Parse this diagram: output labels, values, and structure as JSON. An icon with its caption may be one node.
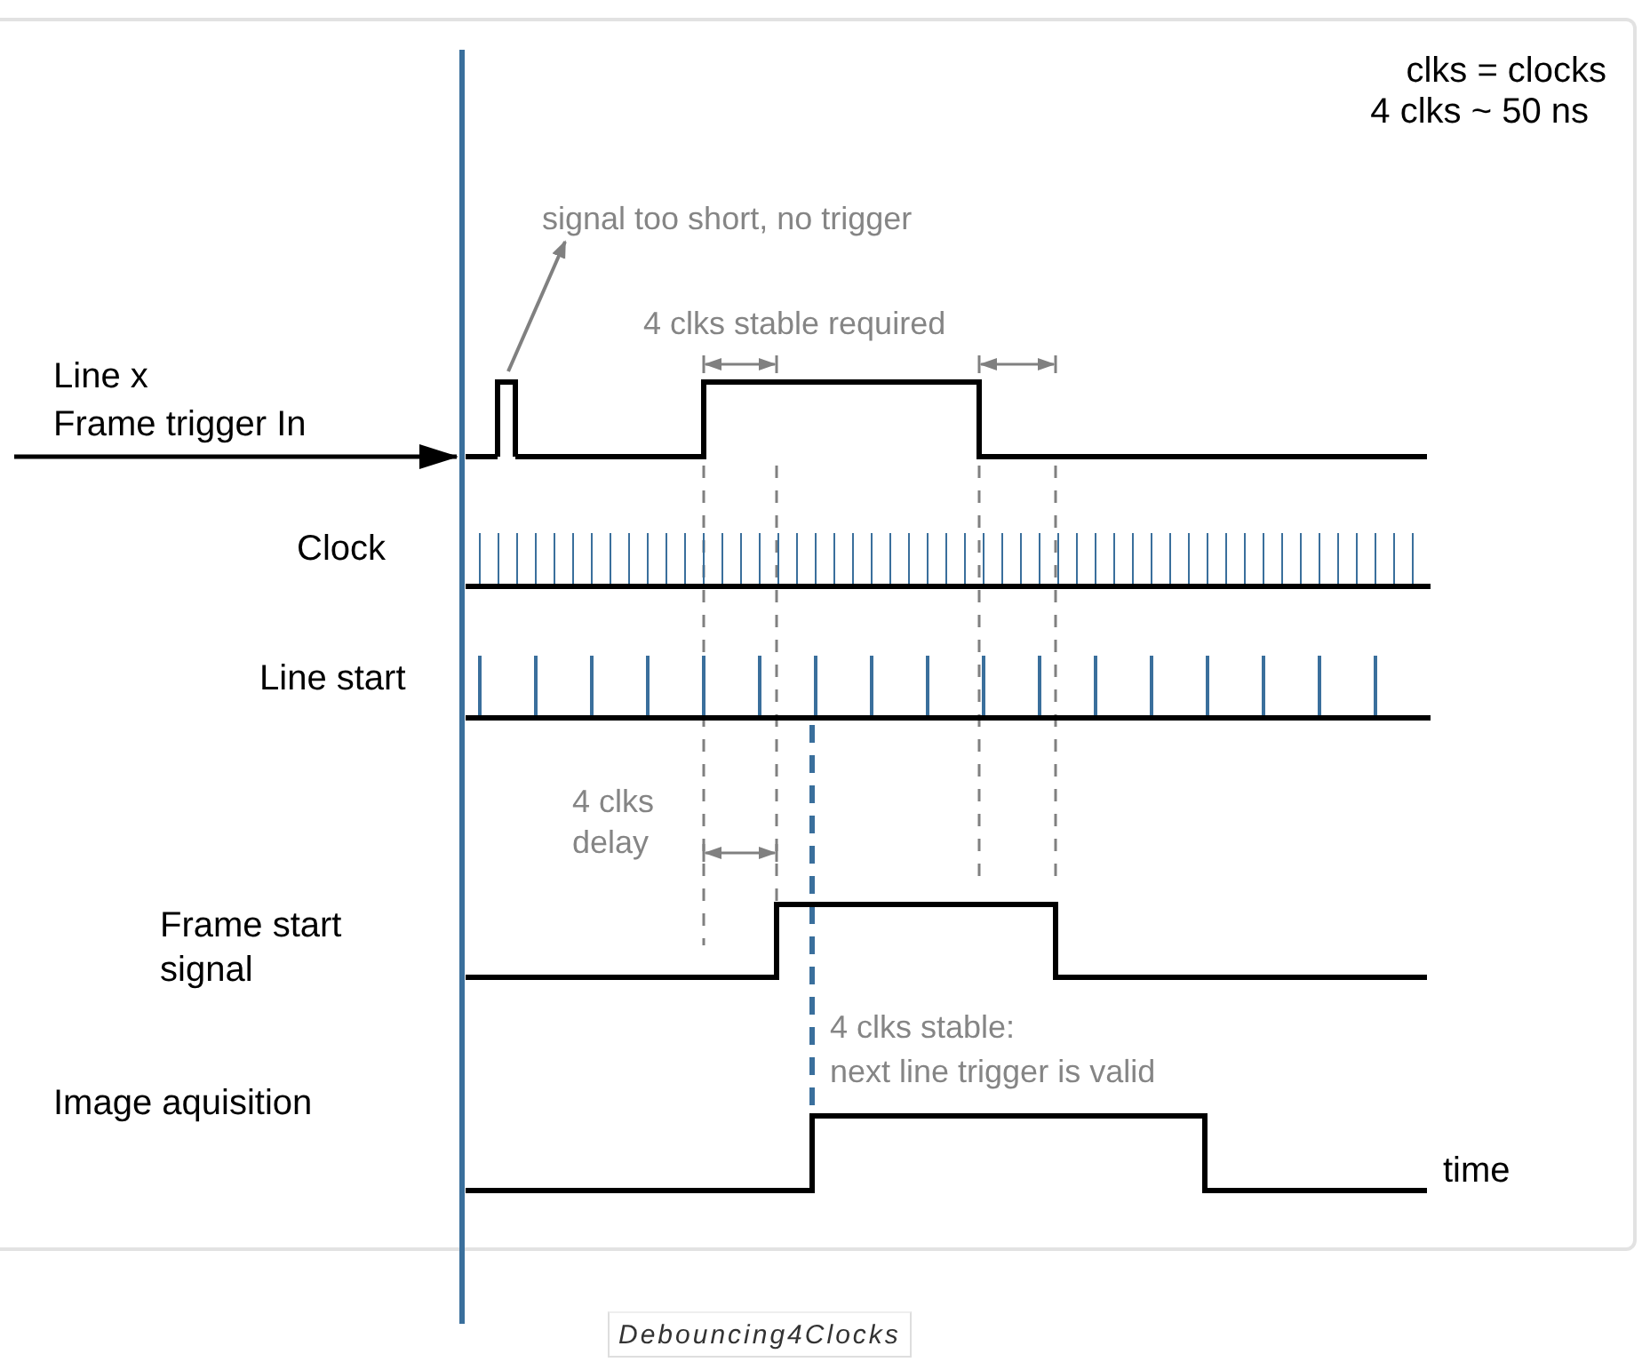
{
  "diagram": {
    "caption": "Debouncing4Clocks",
    "nodes": [
      {
        "text": [
          "signal too short, no trigger"
        ]
      },
      {
        "text": [],
        "shape": "bar"
      }
    ],
    "edges": [
      {
        "from": 1,
        "to": 0,
        "arrow": "to"
      }
    ],
    "labels": [
      "clks = clocks",
      "4 clks ~ 50 ns",
      "4 clks stable required",
      "Line x",
      "Frame trigger In",
      "Clock",
      "Line start",
      "4 clks delay",
      "Frame start signal",
      "4 clks stable:",
      "next line trigger is valid",
      "Image aquisition",
      "time"
    ]
  }
}
